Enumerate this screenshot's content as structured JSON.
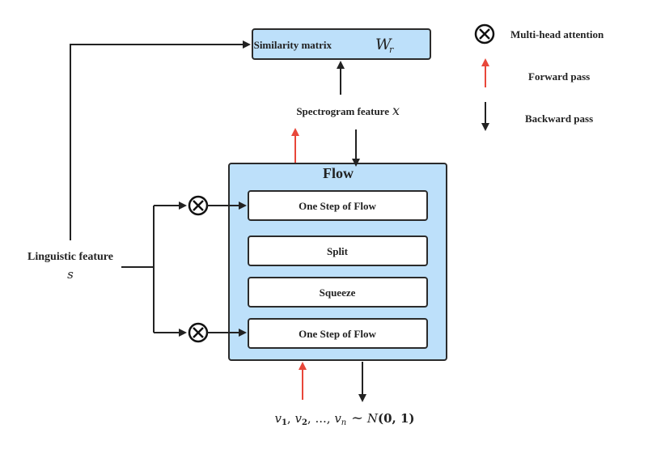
{
  "diagram": {
    "similarity": {
      "label": "Similarity matrix",
      "symbol": "W",
      "subscript": "r"
    },
    "spectrogram": {
      "label": "Spectrogram feature",
      "symbol": "x"
    },
    "flow": {
      "title": "Flow",
      "steps": [
        "One Step of Flow",
        "Split",
        "Squeeze",
        "One Step of Flow"
      ]
    },
    "linguistic": {
      "label": "Linguistic feature",
      "symbol": "s"
    },
    "latent": {
      "v": "v",
      "sub1": "1",
      "sub2": "2",
      "subn": "n",
      "sep": ", ",
      "ellipsis": "...",
      "tilde": "~",
      "N": "N",
      "mean": "0",
      "var": "1"
    }
  },
  "legend": {
    "attention": "Multi-head attention",
    "forward": "Forward pass",
    "backward": "Backward pass"
  },
  "colors": {
    "box_fill": "#bde0fa",
    "box_stroke": "#2b2b2b",
    "forward_arrow": "#e8473a",
    "backward_arrow": "#222222"
  }
}
